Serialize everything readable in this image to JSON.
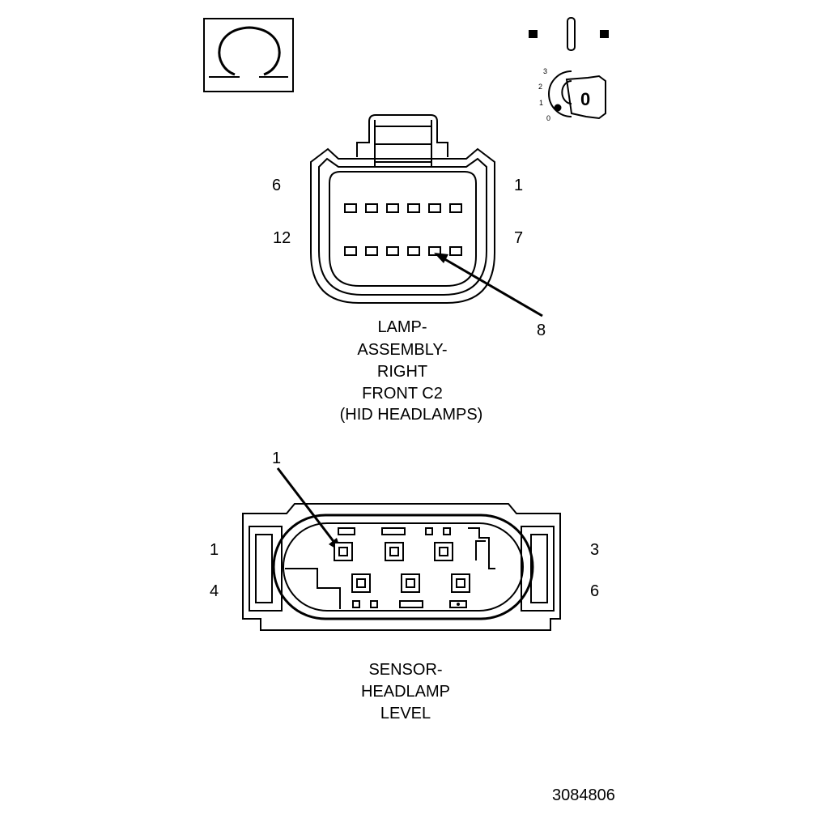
{
  "symbols": {
    "omega_icon": "ground-terminal-icon",
    "ignition_icon": "ignition-key-icon",
    "ignition_scale": [
      "3",
      "2",
      "1",
      "0"
    ],
    "ignition_key_label": "0"
  },
  "connector_c2": {
    "caption": [
      "LAMP-",
      "ASSEMBLY-",
      "RIGHT",
      "FRONT C2",
      "(HID HEADLAMPS)"
    ],
    "pin_labels": {
      "top_left": "6",
      "top_right": "1",
      "bottom_left": "12",
      "bottom_right": "7",
      "callout": "8"
    }
  },
  "connector_sensor": {
    "caption": [
      "SENSOR-",
      "HEADLAMP",
      "LEVEL"
    ],
    "pin_labels": {
      "callout": "1",
      "top_left": "1",
      "top_right": "3",
      "bottom_left": "4",
      "bottom_right": "6"
    }
  },
  "figure_number": "3084806"
}
